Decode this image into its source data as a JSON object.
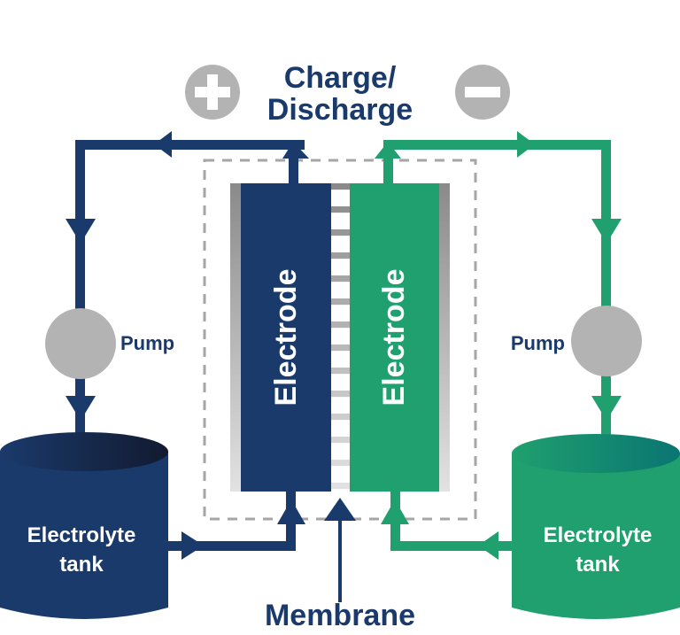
{
  "title": {
    "line1": "Charge/",
    "line2": "Discharge"
  },
  "terminals": {
    "positive": {
      "icon": "plus-icon",
      "symbol": "+"
    },
    "negative": {
      "icon": "minus-icon",
      "symbol": "−"
    }
  },
  "cell": {
    "left_electrode": "Electrode",
    "right_electrode": "Electrode",
    "membrane_label": "Membrane"
  },
  "left_loop": {
    "pump_label": "Pump",
    "tank_line1": "Electrolyte",
    "tank_line2": "tank"
  },
  "right_loop": {
    "pump_label": "Pump",
    "tank_line1": "Electrolyte",
    "tank_line2": "tank"
  },
  "colors": {
    "navy": "#1a3a6b",
    "green": "#1fa06e",
    "gray": "#b3b3b3",
    "dash": "#a6a6a6",
    "text_dark": "#1a3a6b",
    "text_light": "#ffffff"
  }
}
